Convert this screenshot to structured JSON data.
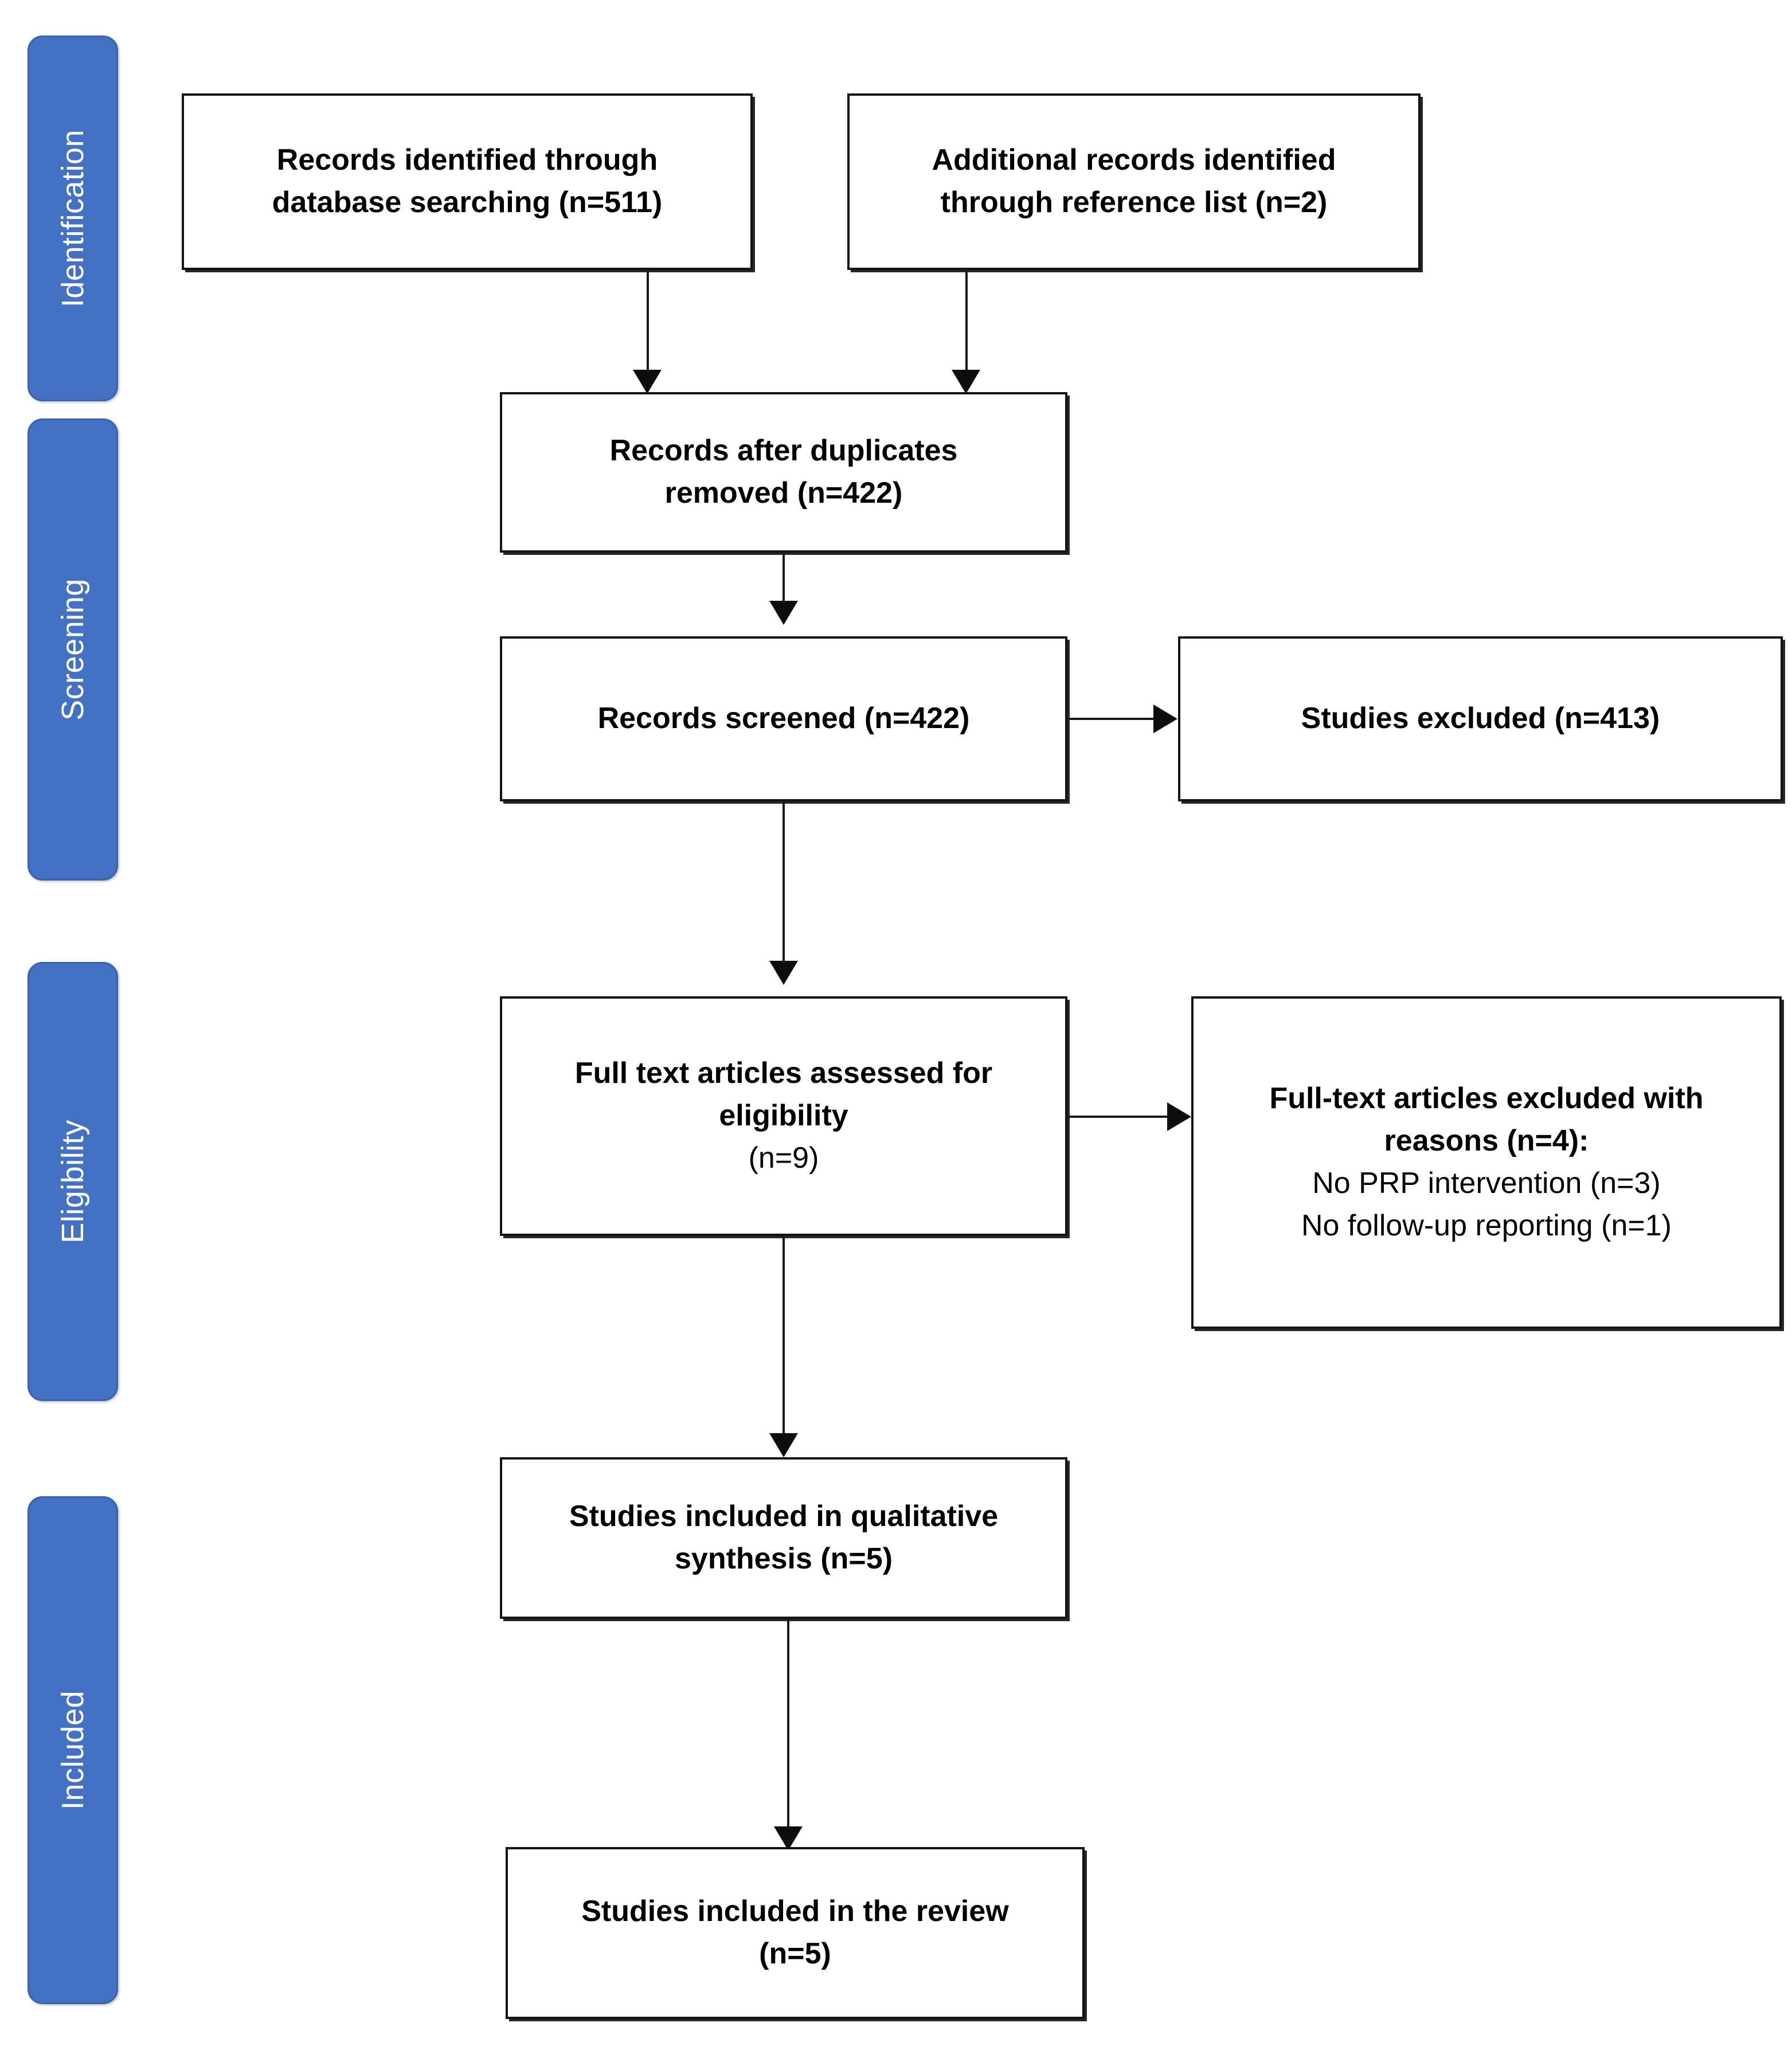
{
  "diagram": {
    "type": "prisma-flow-diagram",
    "title": "PRISMA flow diagram",
    "accent_color": "#4372C4",
    "box_border_color": "#141414",
    "background_color": "#FFFFFF"
  },
  "stages": [
    {
      "id": "identification",
      "label": "Identification"
    },
    {
      "id": "screening",
      "label": "Screening"
    },
    {
      "id": "eligibility",
      "label": "Eligibility"
    },
    {
      "id": "included",
      "label": "Included"
    }
  ],
  "boxes": {
    "records_database": {
      "line1": "Records identified through",
      "line2": "database searching (n=511)",
      "count": 511
    },
    "records_reference": {
      "line1": "Additional records identified",
      "line2": "through reference list (n=2)",
      "count": 2
    },
    "duplicates_removed": {
      "line1": "Records after duplicates",
      "line2": "removed (n=422)",
      "count": 422
    },
    "records_screened": {
      "line1": "Records screened (n=422)",
      "count": 422
    },
    "studies_excluded": {
      "line1": "Studies excluded (n=413)",
      "count": 413
    },
    "fulltext_assessed": {
      "line1": "Full text articles assessed for",
      "line2": "eligibility",
      "line3": "(n=9)",
      "count": 9
    },
    "fulltext_excluded": {
      "line1": "Full-text articles excluded with",
      "line2": "reasons (n=4):",
      "line3": "No PRP intervention (n=3)",
      "line4": "No follow-up reporting (n=1)",
      "count": 4,
      "reasons": [
        {
          "label": "No PRP intervention (n=3)",
          "count": 3
        },
        {
          "label": "No follow-up reporting (n=1)",
          "count": 1
        }
      ]
    },
    "qualitative_synthesis": {
      "line1": "Studies included in qualitative",
      "line2": "synthesis (n=5)",
      "count": 5
    },
    "included_review": {
      "line1": "Studies included in the review",
      "line2": "(n=5)",
      "count": 5
    }
  }
}
